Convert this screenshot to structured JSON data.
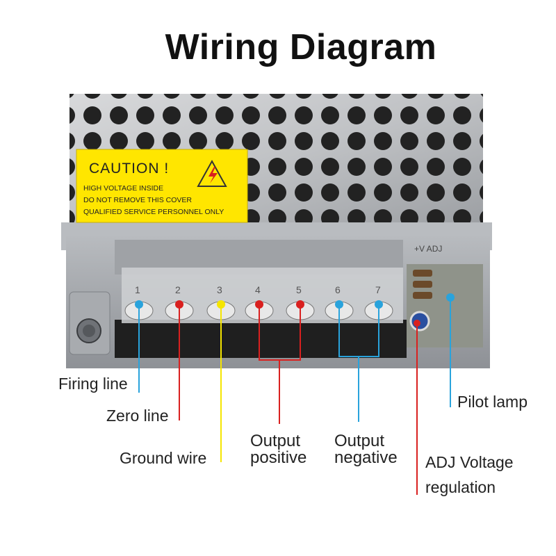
{
  "title": "Wiring Diagram",
  "caution": {
    "heading": "CAUTION !",
    "line1": "HIGH VOLTAGE INSIDE",
    "line2": "DO NOT REMOVE THIS COVER",
    "line3": "QUALIFIED SERVICE PERSONNEL ONLY"
  },
  "terminals": [
    "1",
    "2",
    "3",
    "4",
    "5",
    "6",
    "7"
  ],
  "adj_marking": "+V ADJ",
  "labels": {
    "firing_line": "Firing line",
    "zero_line": "Zero line",
    "ground_wire": "Ground wire",
    "output_positive_1": "Output",
    "output_positive_2": "positive",
    "output_negative_1": "Output",
    "output_negative_2": "negative",
    "pilot_lamp": "Pilot lamp",
    "adj_1": "ADJ Voltage",
    "adj_2": "regulation"
  },
  "colors": {
    "blue": "#29a3dc",
    "red": "#d9201f",
    "yellow": "#f5e500",
    "caution_yellow": "#ffe600"
  }
}
